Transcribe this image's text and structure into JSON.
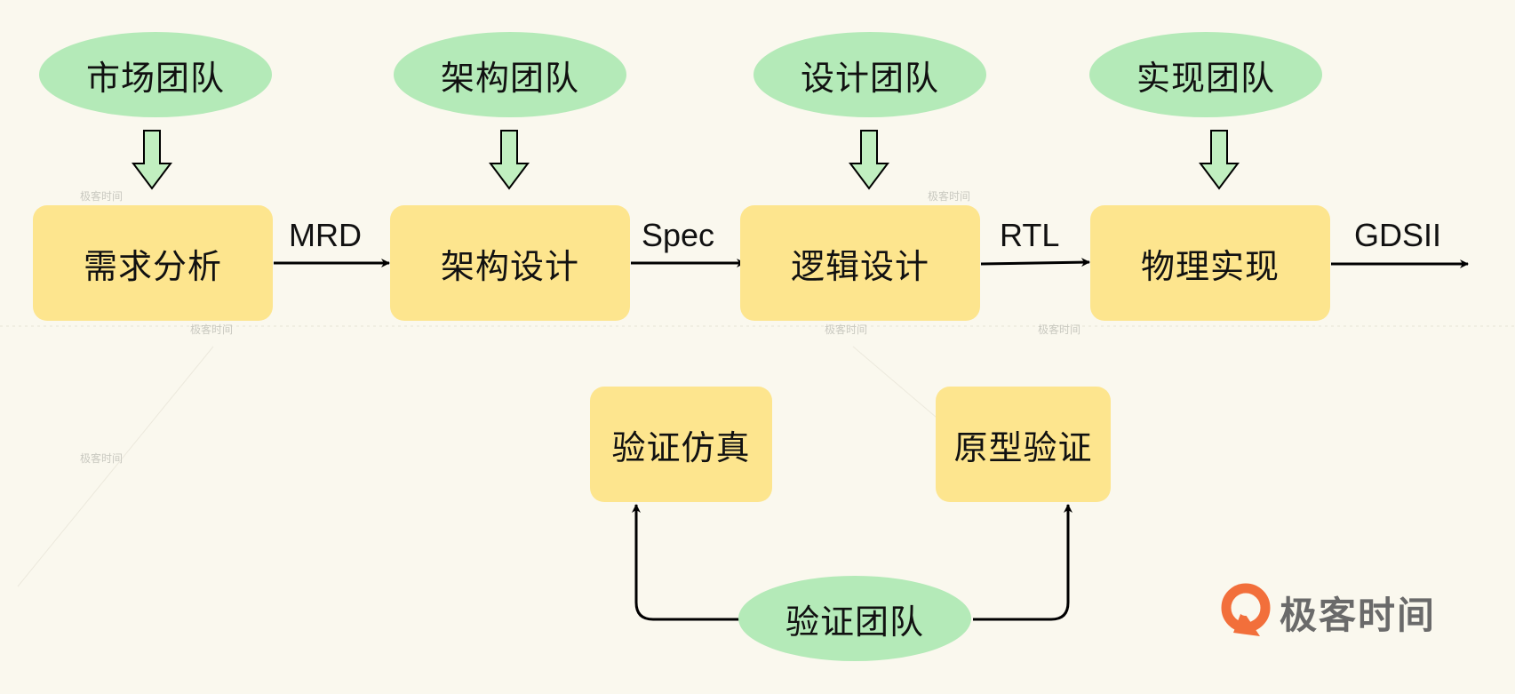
{
  "teams": {
    "market": "市场团队",
    "architecture": "架构团队",
    "design": "设计团队",
    "implementation": "实现团队",
    "verification": "验证团队"
  },
  "stages": {
    "requirements": "需求分析",
    "architecture_design": "架构设计",
    "logic_design": "逻辑设计",
    "physical_implementation": "物理实现",
    "simulation": "验证仿真",
    "prototype": "原型验证"
  },
  "flow_labels": {
    "mrd": "MRD",
    "spec": "Spec",
    "rtl": "RTL",
    "gdsii": "GDSII"
  },
  "brand": {
    "name": "极客时间",
    "watermark": "极客时间",
    "logo_color": "#f26f3b"
  },
  "colors": {
    "team_fill": "#b4eab8",
    "stage_fill": "#fde58e",
    "background": "#faf8ee"
  }
}
